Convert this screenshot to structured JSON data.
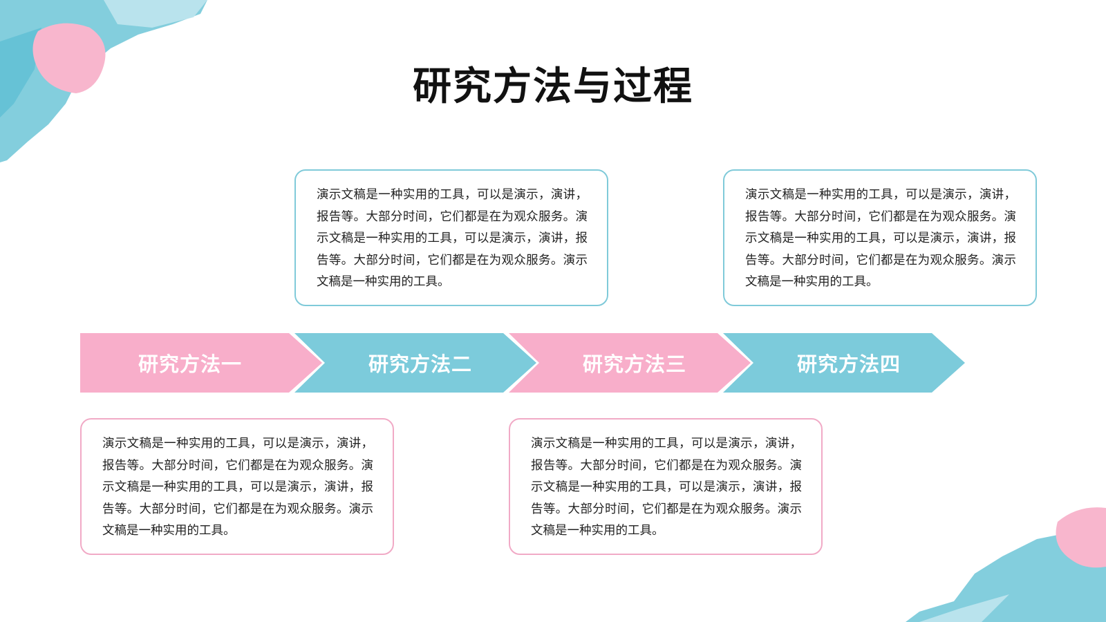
{
  "title": "研究方法与过程",
  "colors": {
    "pink": "#f8aeca",
    "blue": "#7ccbdb",
    "title": "#111111"
  },
  "steps": [
    {
      "label": "研究方法一",
      "color": "pink"
    },
    {
      "label": "研究方法二",
      "color": "blue"
    },
    {
      "label": "研究方法三",
      "color": "pink"
    },
    {
      "label": "研究方法四",
      "color": "blue"
    }
  ],
  "cards": [
    {
      "text": "演示文稿是一种实用的工具，可以是演示，演讲，报告等。大部分时间，它们都是在为观众服务。演示文稿是一种实用的工具，可以是演示，演讲，报告等。大部分时间，它们都是在为观众服务。演示文稿是一种实用的工具。",
      "color": "blue"
    },
    {
      "text": "演示文稿是一种实用的工具，可以是演示，演讲，报告等。大部分时间，它们都是在为观众服务。演示文稿是一种实用的工具，可以是演示，演讲，报告等。大部分时间，它们都是在为观众服务。演示文稿是一种实用的工具。",
      "color": "blue"
    },
    {
      "text": "演示文稿是一种实用的工具，可以是演示，演讲，报告等。大部分时间，它们都是在为观众服务。演示文稿是一种实用的工具，可以是演示，演讲，报告等。大部分时间，它们都是在为观众服务。演示文稿是一种实用的工具。",
      "color": "pink"
    },
    {
      "text": "演示文稿是一种实用的工具，可以是演示，演讲，报告等。大部分时间，它们都是在为观众服务。演示文稿是一种实用的工具，可以是演示，演讲，报告等。大部分时间，它们都是在为观众服务。演示文稿是一种实用的工具。",
      "color": "pink"
    }
  ]
}
